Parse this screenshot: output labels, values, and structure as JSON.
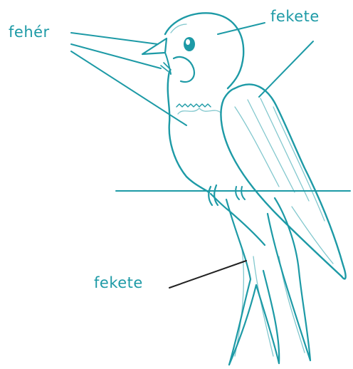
{
  "labels": {
    "throat": "fehér",
    "head_wing": "fekete",
    "tail": "fekete"
  },
  "colors": {
    "outline": "#1d9aa6",
    "pointer_teal": "#1d9aa6",
    "pointer_dark": "#222222",
    "background": "#ffffff"
  }
}
